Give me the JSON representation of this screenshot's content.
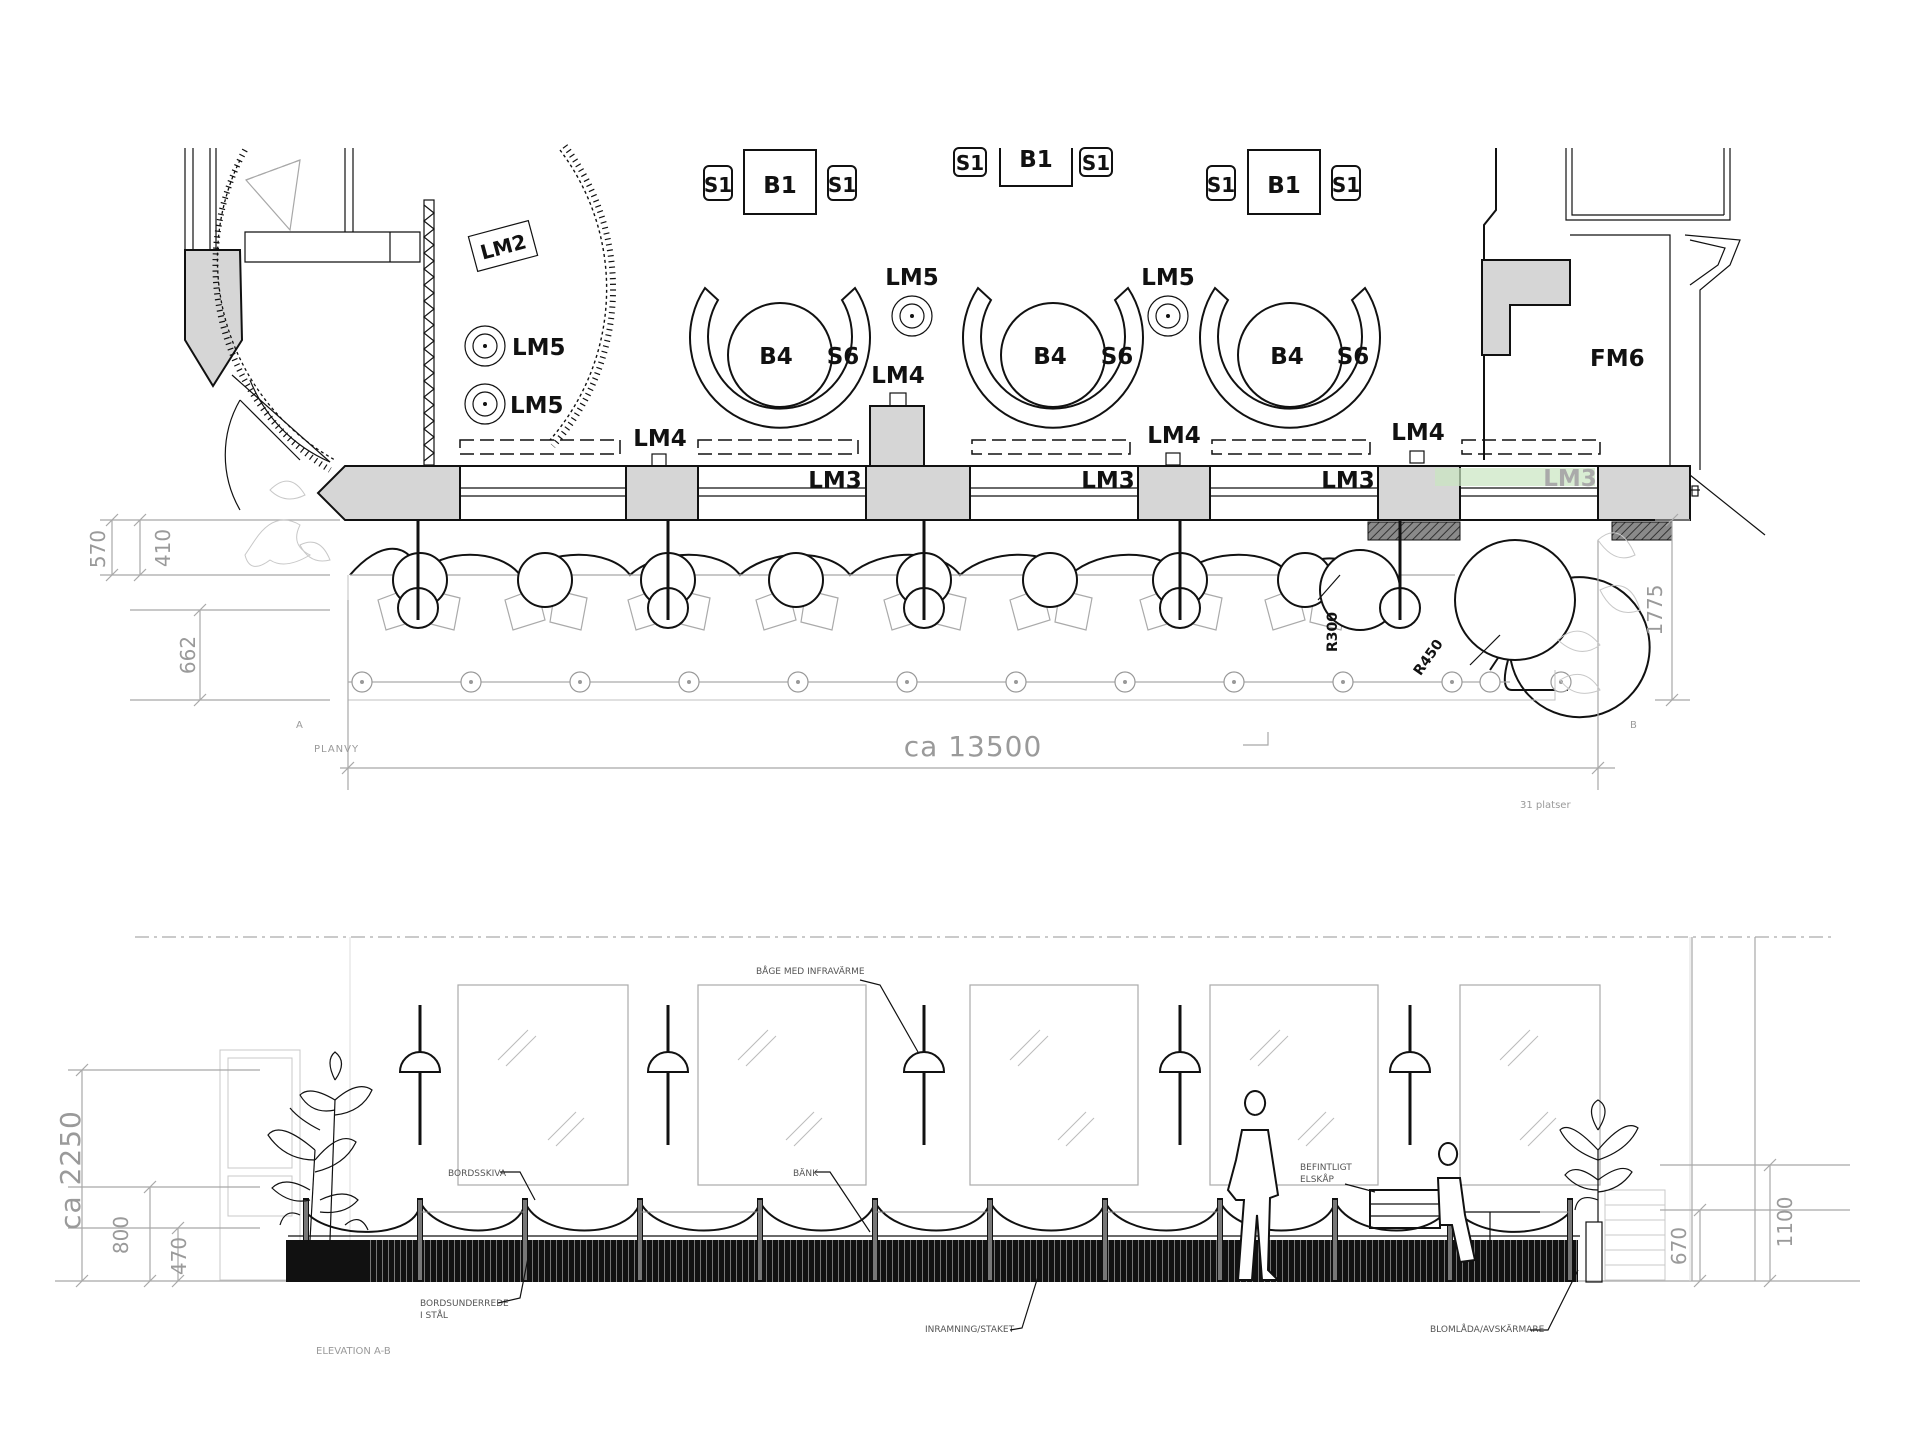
{
  "plan": {
    "labels": {
      "s1": "S1",
      "b1": "B1",
      "b4": "B4",
      "s6": "S6",
      "lm2": "LM2",
      "lm3": "LM3",
      "lm4": "LM4",
      "lm5": "LM5",
      "fm6": "FM6",
      "r300": "R300",
      "r450": "R450"
    },
    "dims": {
      "d570": "570",
      "d410": "410",
      "d662": "662",
      "d1775": "1775",
      "total": "ca 13500"
    },
    "point_a": "A",
    "point_b": "B",
    "view_name": "PLANVY",
    "seats": "31 platser"
  },
  "elevation": {
    "dims": {
      "d2250": "ca 2250",
      "d800": "800",
      "d470": "470",
      "d670": "670",
      "d1100": "1100"
    },
    "notes": {
      "bage": "BÅGE MED INFRAVÄRME",
      "bordsskiva": "BORDSSKIVA",
      "bank": "BÄNK",
      "befintligt_1": "BEFINTLIGT",
      "befintligt_2": "ELSKÅP",
      "underrede_1": "BORDSUNDERREDE",
      "underrede_2": "I STÅL",
      "inramning": "INRAMNING/STAKET",
      "blomlada": "BLOMLÅDA/AVSKÄRMARE"
    },
    "view_name": "ELEVATION A-B"
  },
  "colors": {
    "line": "#111111",
    "wall_fill": "#d6d6d6",
    "dimension": "#9a9a9a",
    "highlight": "#c9e6c0"
  }
}
